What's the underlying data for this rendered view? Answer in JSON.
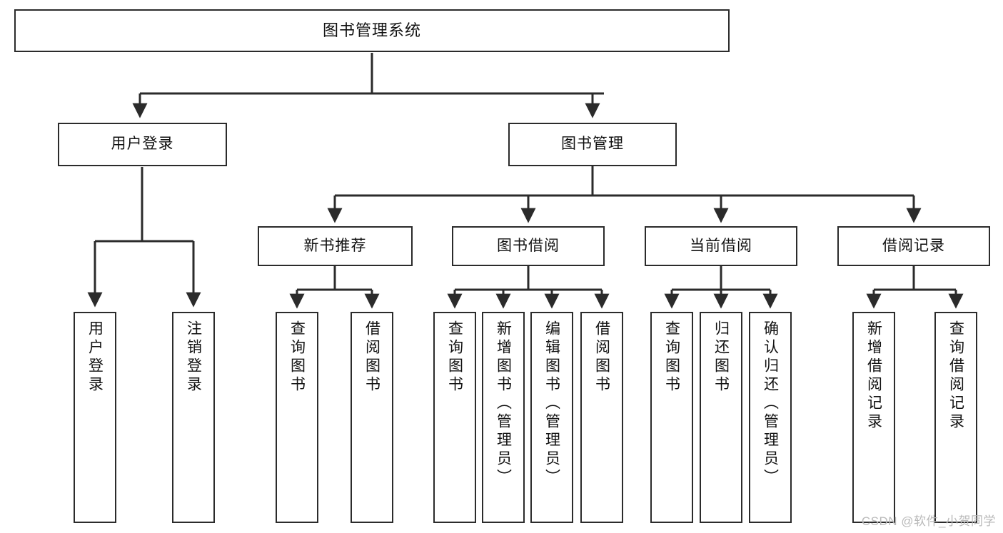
{
  "diagram": {
    "title": "图书管理系统",
    "type": "tree-hierarchy-diagram",
    "watermark": "CSDN @软件_小贺同学",
    "colors": {
      "box_border": "#2b2b2b",
      "box_fill": "#ffffff",
      "edge": "#2b2b2b",
      "text": "#111111",
      "watermark": "#b9b9b9",
      "background": "#ffffff"
    },
    "root": {
      "label": "图书管理系统"
    },
    "level1": [
      {
        "label": "用户登录"
      },
      {
        "label": "图书管理"
      }
    ],
    "level2": [
      {
        "label": "新书推荐"
      },
      {
        "label": "图书借阅"
      },
      {
        "label": "当前借阅"
      },
      {
        "label": "借阅记录"
      }
    ],
    "leaves": {
      "user_login": [
        {
          "label": "用户登录"
        },
        {
          "label": "注销登录"
        }
      ],
      "new_book_recommend": [
        {
          "label": "查询图书"
        },
        {
          "label": "借阅图书"
        }
      ],
      "book_borrow": [
        {
          "label": "查询图书"
        },
        {
          "label": "新增图书（管理员）"
        },
        {
          "label": "编辑图书（管理员）"
        },
        {
          "label": "借阅图书"
        }
      ],
      "current_borrow": [
        {
          "label": "查询图书"
        },
        {
          "label": "归还图书"
        },
        {
          "label": "确认归还（管理员）"
        }
      ],
      "borrow_record": [
        {
          "label": "新增借阅记录"
        },
        {
          "label": "查询借阅记录"
        }
      ]
    }
  }
}
